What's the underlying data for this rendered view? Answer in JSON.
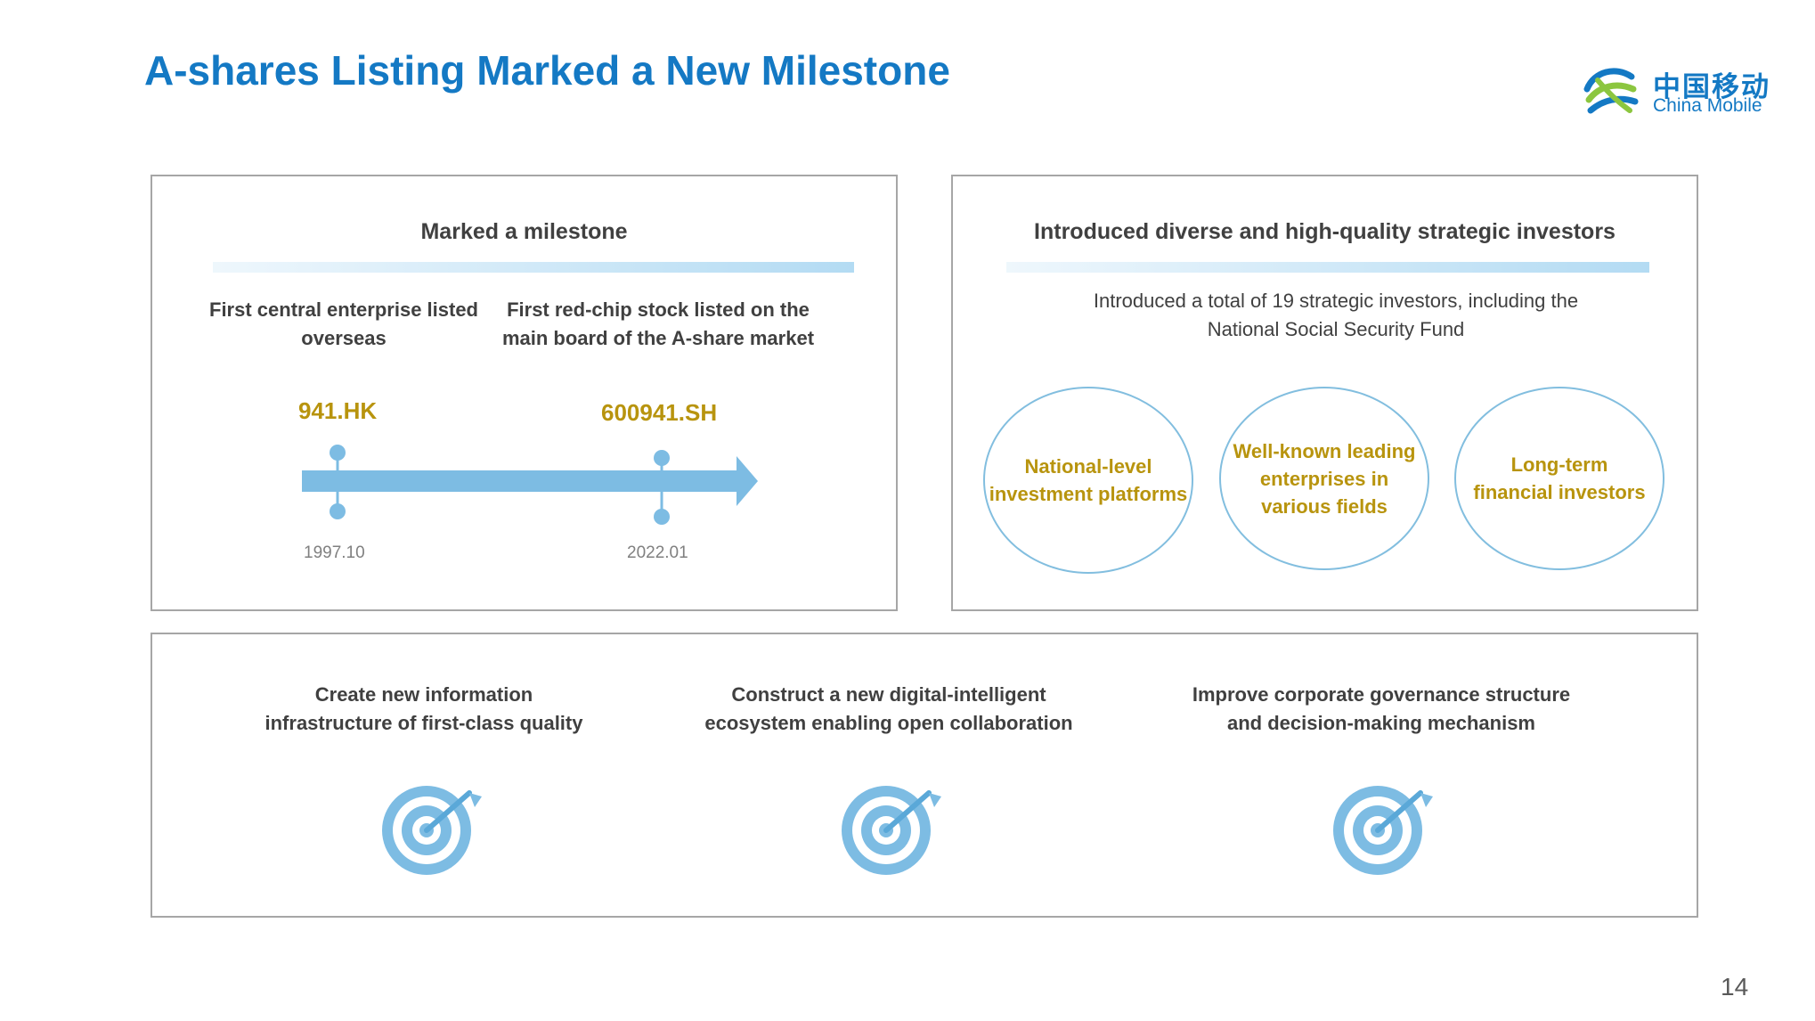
{
  "page": {
    "title": "A-shares Listing Marked a New Milestone",
    "page_number": "14"
  },
  "logo": {
    "name_cn": "中国移动",
    "name_en": "China Mobile",
    "colors": {
      "blue": "#1479c4",
      "green": "#8cc63f"
    }
  },
  "milestone": {
    "heading": "Marked a milestone",
    "events": [
      {
        "label": "First central enterprise listed overseas",
        "code": "941.HK",
        "date": "1997.10"
      },
      {
        "label": "First red-chip stock listed on the main board of the A-share market",
        "code": "600941.SH",
        "date": "2022.01"
      }
    ]
  },
  "investors": {
    "heading": "Introduced diverse and high-quality strategic investors",
    "note": "Introduced a total of 19 strategic investors, including the National Social Security Fund",
    "categories": [
      "National-level investment platforms",
      "Well-known leading enterprises in various fields",
      "Long-term financial investors"
    ]
  },
  "goals": {
    "icon": "target-icon",
    "items": [
      "Create new information infrastructure of first-class quality",
      "Construct a new digital-intelligent ecosystem enabling open collaboration",
      "Improve corporate governance structure and decision-making mechanism"
    ]
  },
  "colors": {
    "title_blue": "#1479c4",
    "accent_gold": "#b8940e",
    "timeline_blue": "#7dbce3",
    "panel_border": "#a6a6a6"
  }
}
